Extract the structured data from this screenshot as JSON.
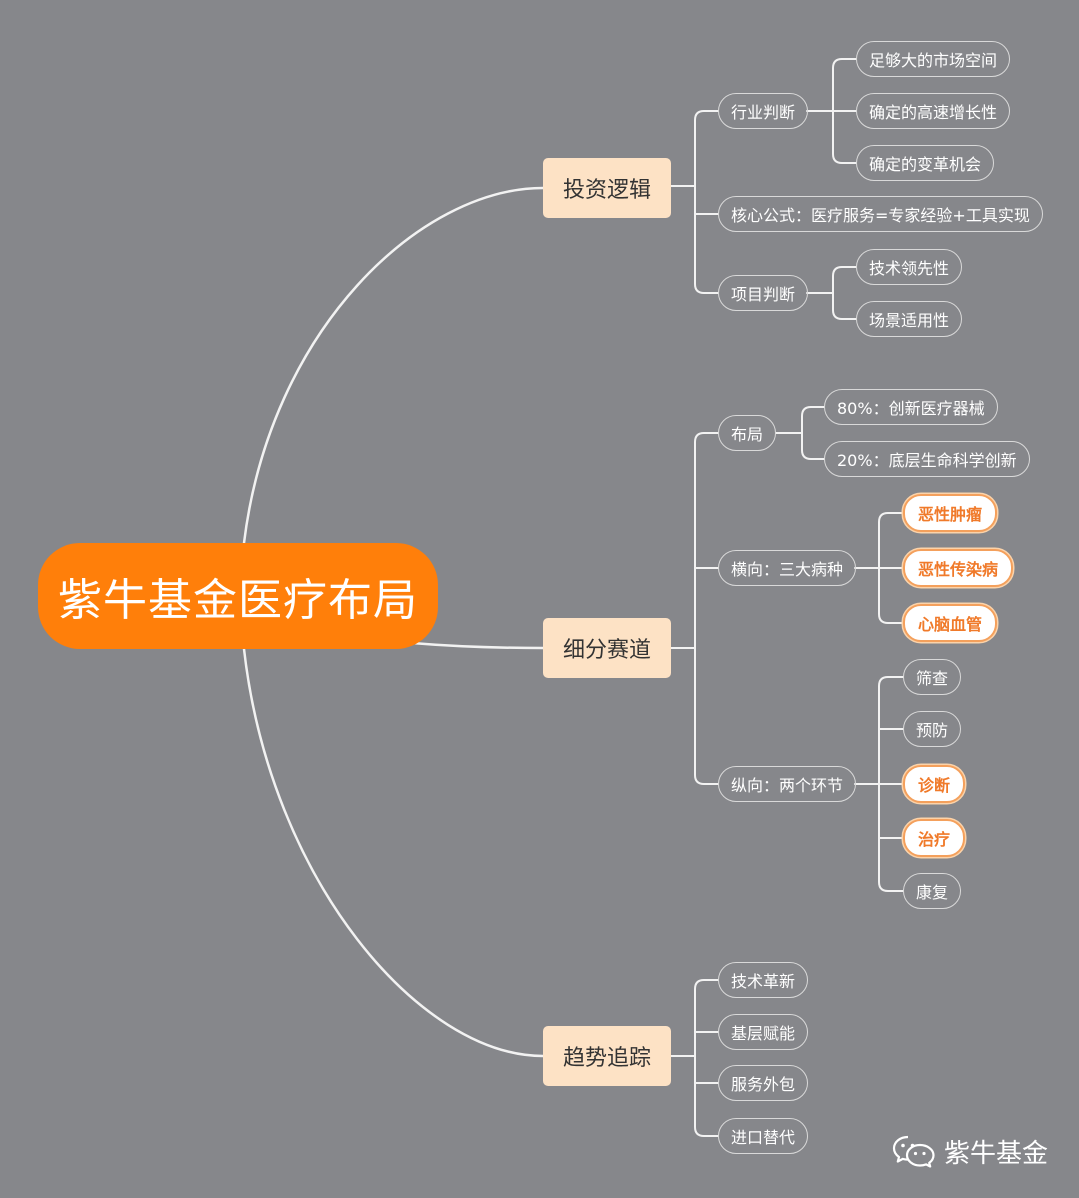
{
  "root": {
    "label": "紫牛基金医疗布局"
  },
  "branches": {
    "investment_logic": {
      "label": "投资逻辑",
      "industry": {
        "label": "行业判断",
        "items": [
          "足够大的市场空间",
          "确定的高速增长性",
          "确定的变革机会"
        ]
      },
      "formula": {
        "label": "核心公式：医疗服务=专家经验+工具实现"
      },
      "project": {
        "label": "项目判断",
        "items": [
          "技术领先性",
          "场景适用性"
        ]
      }
    },
    "segments": {
      "label": "细分赛道",
      "layout": {
        "label": "布局",
        "items": [
          "80%：创新医疗器械",
          "20%：底层生命科学创新"
        ]
      },
      "horizontal": {
        "label": "横向：三大病种",
        "items": [
          "恶性肿瘤",
          "恶性传染病",
          "心脑血管"
        ]
      },
      "vertical": {
        "label": "纵向：两个环节",
        "items": [
          "筛查",
          "预防",
          "诊断",
          "治疗",
          "康复"
        ]
      }
    },
    "trends": {
      "label": "趋势追踪",
      "items": [
        "技术革新",
        "基层赋能",
        "服务外包",
        "进口替代"
      ]
    }
  },
  "logo": {
    "text": "紫牛基金",
    "icon": "wechat-icon"
  },
  "colors": {
    "background": "#86878b",
    "root": "#ff7f0a",
    "main_node": "#fde2c5",
    "highlight_text": "#f07a2a",
    "highlight_border": "#f4a05c",
    "connector": "#f2f2f2"
  }
}
